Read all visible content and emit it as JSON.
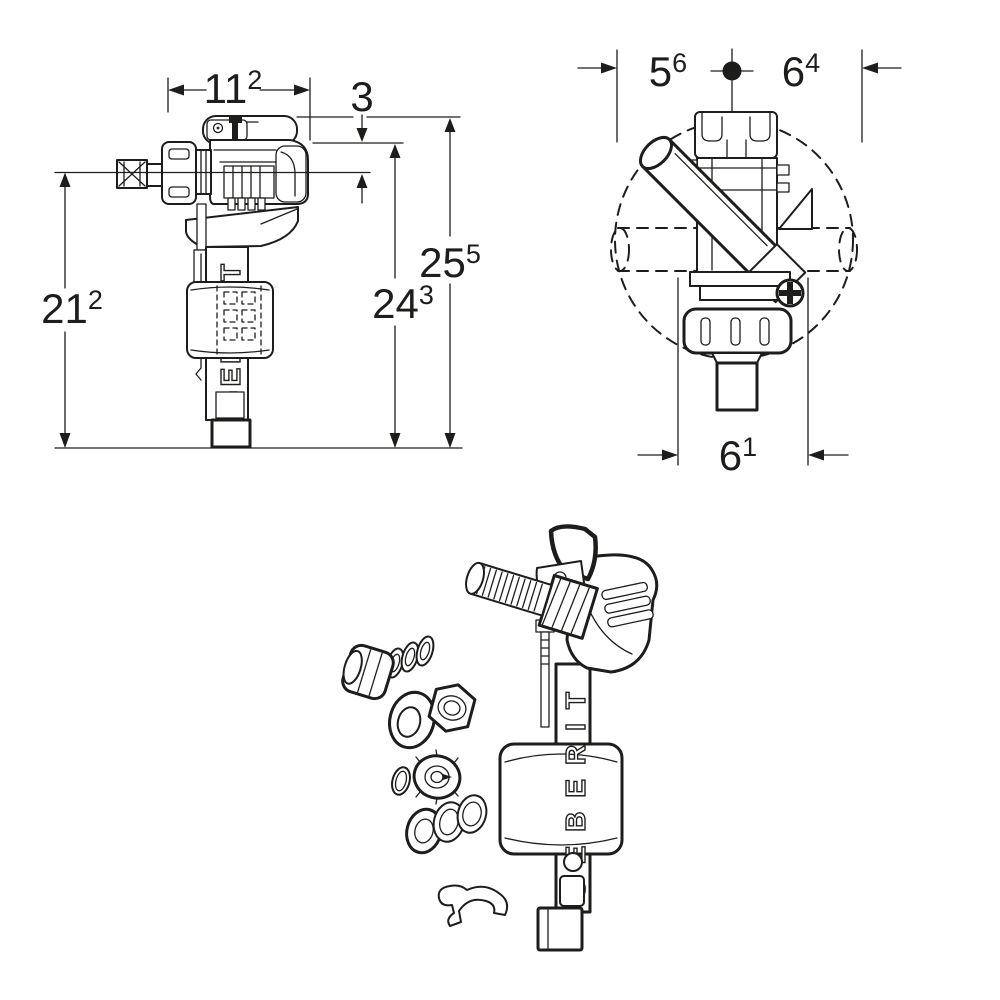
{
  "document": {
    "background_color": "#ffffff",
    "line_color": "#1d1d1b"
  },
  "side_view": {
    "dimensions": {
      "width_top": {
        "value": "11",
        "sup": "2"
      },
      "head_drop": {
        "value": "3",
        "sup": ""
      },
      "center_height": {
        "value": "21",
        "sup": "2"
      },
      "upper_edge_height": {
        "value": "24",
        "sup": "3"
      },
      "total_height": {
        "value": "25",
        "sup": "5"
      }
    },
    "brand_text": "GEBERIT"
  },
  "top_view": {
    "dimensions": {
      "axis_to_left": {
        "value": "5",
        "sup": "6"
      },
      "axis_to_right": {
        "value": "6",
        "sup": "4"
      },
      "bottom_width": {
        "value": "6",
        "sup": "1"
      }
    }
  },
  "exploded_view": {
    "brand_text": "GEBERIT"
  }
}
